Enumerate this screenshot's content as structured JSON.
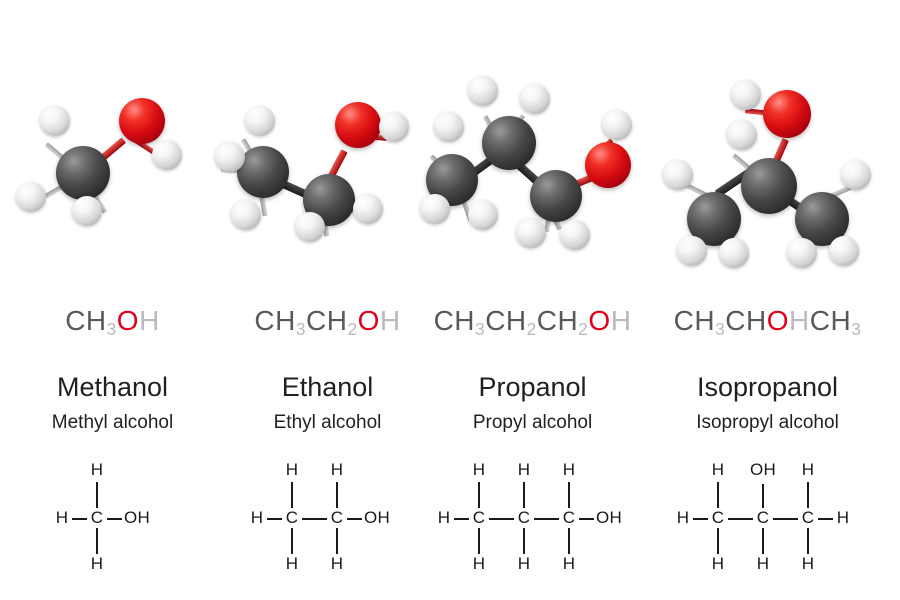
{
  "page": {
    "background": "#ffffff",
    "title_visible": false
  },
  "palette": {
    "oxygen_red": "#e2001a",
    "carbon_gray": "#3a3a3a",
    "hydrogen_white": "#f2f2f2",
    "formula_dark": "#58595b",
    "formula_light": "#b9babc",
    "text_black": "#231f20"
  },
  "molecules": [
    {
      "name": "Methanol",
      "common_name": "Methyl alcohol",
      "formula_parts": [
        {
          "text": "CH",
          "tone": "dark"
        },
        {
          "text": "3",
          "tone": "sub"
        },
        {
          "text": "O",
          "tone": "red"
        },
        {
          "text": "H",
          "tone": "light"
        }
      ],
      "formula_plain": "CH3OH",
      "model": {
        "atoms": [
          "C",
          "O",
          "H",
          "H",
          "H",
          "H"
        ],
        "carbon_count": 1,
        "oxygen_count": 1,
        "hydrogen_count": 4
      },
      "structure": {
        "backbone": [
          "C"
        ],
        "top_labels": [
          "H"
        ],
        "bottom_labels": [
          "H"
        ],
        "left_label": "H",
        "right_label": "OH"
      }
    },
    {
      "name": "Ethanol",
      "common_name": "Ethyl alcohol",
      "formula_parts": [
        {
          "text": "CH",
          "tone": "dark"
        },
        {
          "text": "3",
          "tone": "sub"
        },
        {
          "text": "CH",
          "tone": "dark"
        },
        {
          "text": "2",
          "tone": "sub"
        },
        {
          "text": "O",
          "tone": "red"
        },
        {
          "text": "H",
          "tone": "light"
        }
      ],
      "formula_plain": "CH3CH2OH",
      "model": {
        "atoms": [
          "C",
          "C",
          "O",
          "H",
          "H",
          "H",
          "H",
          "H",
          "H"
        ],
        "carbon_count": 2,
        "oxygen_count": 1,
        "hydrogen_count": 6
      },
      "structure": {
        "backbone": [
          "C",
          "C"
        ],
        "top_labels": [
          "H",
          "H"
        ],
        "bottom_labels": [
          "H",
          "H"
        ],
        "left_label": "H",
        "right_label": "OH"
      }
    },
    {
      "name": "Propanol",
      "common_name": "Propyl alcohol",
      "formula_parts": [
        {
          "text": "CH",
          "tone": "dark"
        },
        {
          "text": "3",
          "tone": "sub"
        },
        {
          "text": "CH",
          "tone": "dark"
        },
        {
          "text": "2",
          "tone": "sub"
        },
        {
          "text": "CH",
          "tone": "dark"
        },
        {
          "text": "2",
          "tone": "sub"
        },
        {
          "text": "O",
          "tone": "red"
        },
        {
          "text": "H",
          "tone": "light"
        }
      ],
      "formula_plain": "CH3CH2CH2OH",
      "model": {
        "atoms": [
          "C",
          "C",
          "C",
          "O",
          "H",
          "H",
          "H",
          "H",
          "H",
          "H",
          "H",
          "H"
        ],
        "carbon_count": 3,
        "oxygen_count": 1,
        "hydrogen_count": 8
      },
      "structure": {
        "backbone": [
          "C",
          "C",
          "C"
        ],
        "top_labels": [
          "H",
          "H",
          "H"
        ],
        "bottom_labels": [
          "H",
          "H",
          "H"
        ],
        "left_label": "H",
        "right_label": "OH"
      }
    },
    {
      "name": "Isopropanol",
      "common_name": "Isopropyl alcohol",
      "formula_parts": [
        {
          "text": "CH",
          "tone": "dark"
        },
        {
          "text": "3",
          "tone": "sub"
        },
        {
          "text": "CH",
          "tone": "dark"
        },
        {
          "text": "O",
          "tone": "red"
        },
        {
          "text": "H",
          "tone": "light"
        },
        {
          "text": "CH",
          "tone": "dark"
        },
        {
          "text": "3",
          "tone": "sub"
        }
      ],
      "formula_plain": "CH3CHOHCH3",
      "model": {
        "atoms": [
          "C",
          "C",
          "C",
          "O",
          "H",
          "H",
          "H",
          "H",
          "H",
          "H",
          "H",
          "H"
        ],
        "carbon_count": 3,
        "oxygen_count": 1,
        "hydrogen_count": 8
      },
      "structure": {
        "backbone": [
          "C",
          "C",
          "C"
        ],
        "top_labels": [
          "H",
          "OH",
          "H"
        ],
        "bottom_labels": [
          "H",
          "H",
          "H"
        ],
        "left_label": "H",
        "right_label": "H"
      }
    }
  ]
}
